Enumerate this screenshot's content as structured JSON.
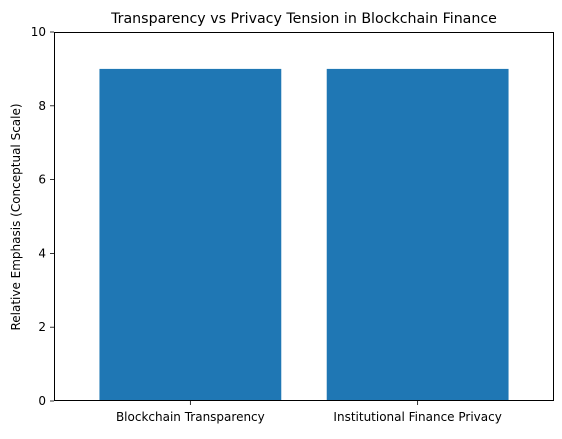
{
  "chart_data": {
    "type": "bar",
    "title": "Transparency vs Privacy Tension in Blockchain Finance",
    "xlabel": "",
    "ylabel": "Relative Emphasis (Conceptual Scale)",
    "categories": [
      "Blockchain Transparency",
      "Institutional Finance Privacy"
    ],
    "values": [
      9,
      9
    ],
    "ylim": [
      0,
      10
    ],
    "yticks": [
      0,
      2,
      4,
      6,
      8,
      10
    ],
    "grid": false,
    "bar_color": "#1f77b4"
  }
}
